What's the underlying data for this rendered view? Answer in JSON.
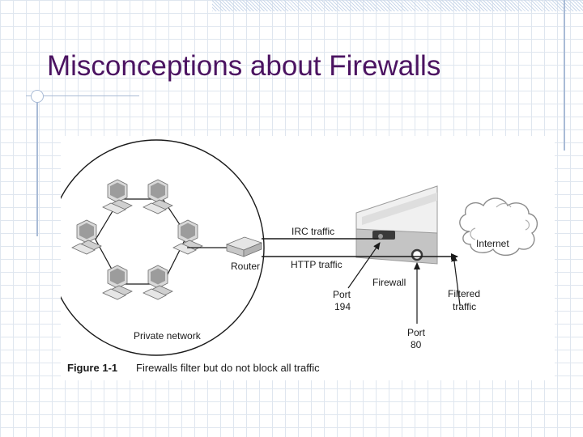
{
  "slide": {
    "title": "Misconceptions about Firewalls"
  },
  "figure": {
    "labels": {
      "irc_traffic": "IRC traffic",
      "http_traffic": "HTTP traffic",
      "router": "Router",
      "firewall": "Firewall",
      "internet": "Internet",
      "port_194": [
        "Port",
        "194"
      ],
      "port_80": [
        "Port",
        "80"
      ],
      "filtered_traffic": [
        "Filtered",
        "traffic"
      ],
      "private_network": "Private network"
    },
    "caption": {
      "number": "Figure 1-1",
      "text": "Firewalls filter but do not block all traffic"
    },
    "computer_count": 6
  }
}
